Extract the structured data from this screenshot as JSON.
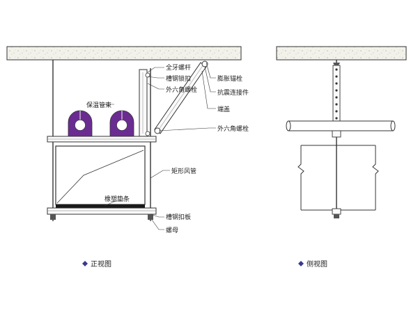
{
  "front_view": {
    "caption": "正视图",
    "labels": {
      "threaded_rod": "全牙螺杆",
      "channel_lock": "槽钢锁扣",
      "hex_bolt_upper": "外六角螺栓",
      "insulated_clamp": "保温管束",
      "expansion_anchor": "膨胀锚栓",
      "seismic_connector": "抗震连接件",
      "end_cap": "端盖",
      "hex_bolt_lower": "外六角螺栓",
      "rect_duct": "矩形风管",
      "rubber_pad": "橡塑垫条",
      "channel_plate": "槽钢扣板",
      "nut": "螺母"
    }
  },
  "side_view": {
    "caption": "侧视图"
  },
  "colors": {
    "clamp": "#6a2c91",
    "bullet": "#3a3a8c",
    "line": "#333333",
    "concrete": "#f2f1ea"
  }
}
